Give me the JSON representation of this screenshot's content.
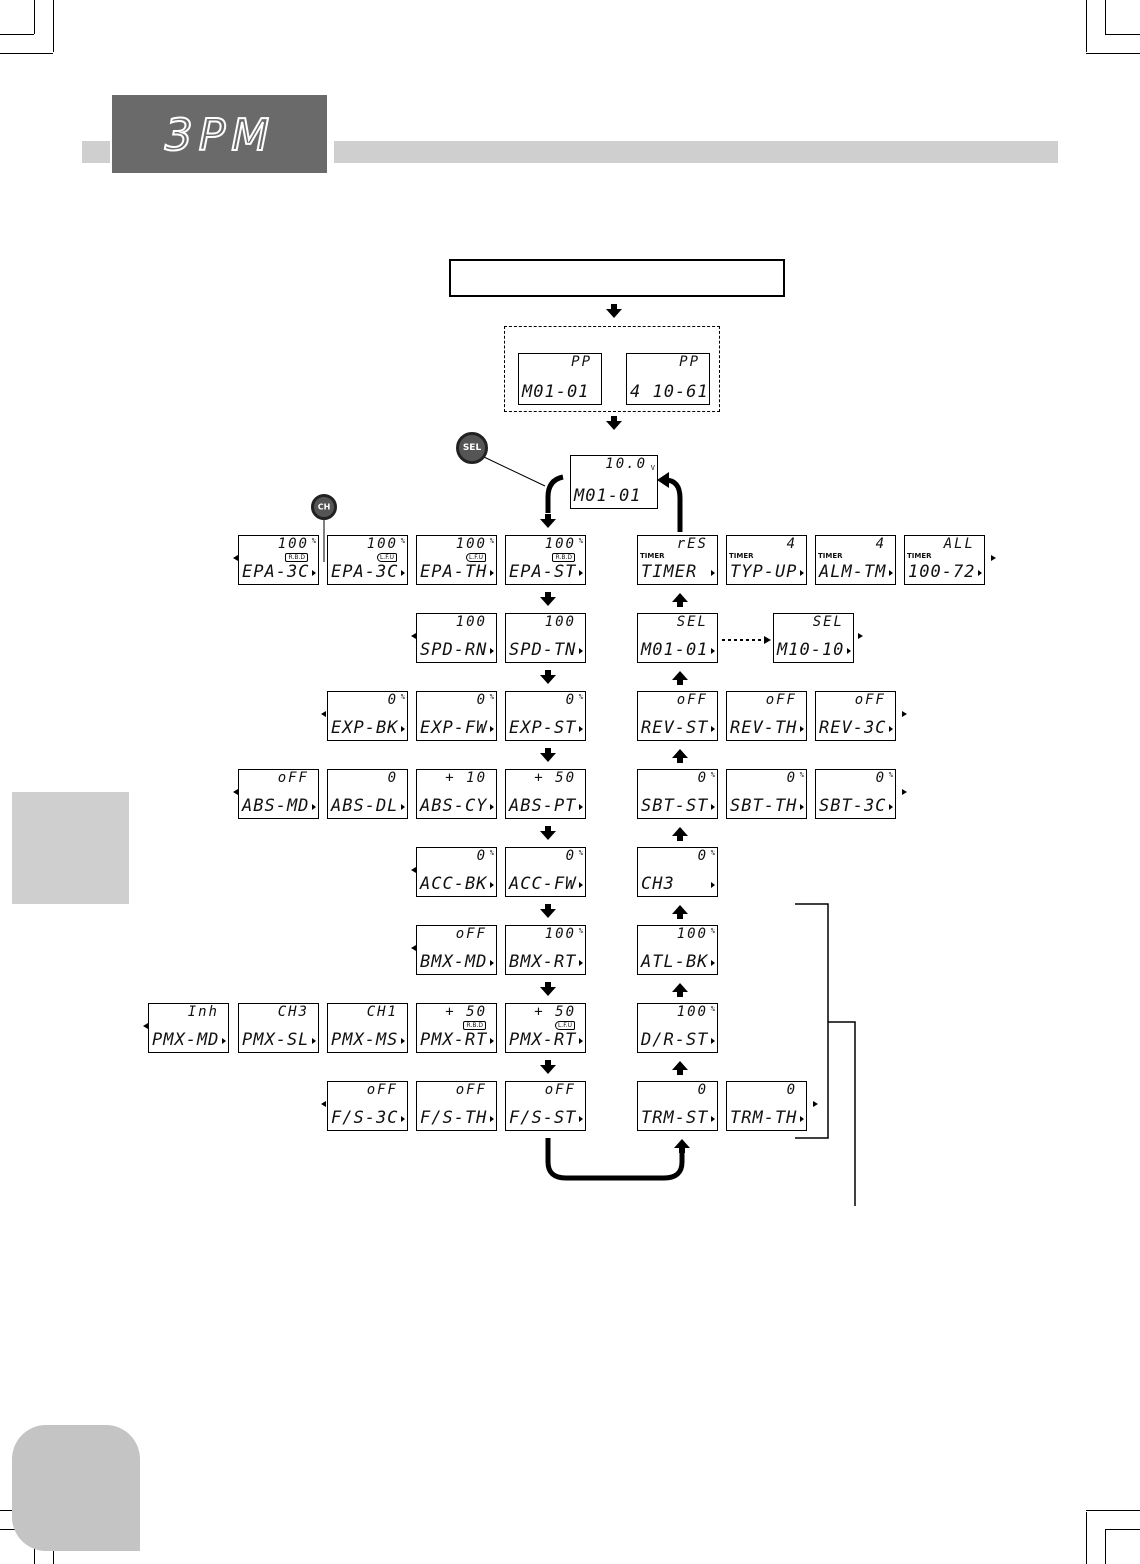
{
  "header": {
    "logo_text": "3PM",
    "colors": {
      "logo_bg": "#6a6a6a",
      "bar": "#cfcfcf"
    }
  },
  "buttons": {
    "sel": "SEL",
    "ch": "CH"
  },
  "startup_screens": [
    {
      "top": "PP",
      "bottom": "M01-01"
    },
    {
      "top": "PP",
      "bottom": "4 10-61"
    }
  ],
  "home_screen": {
    "top": "10.0",
    "unit": "V",
    "bottom": "M01-01"
  },
  "screens": [
    {
      "id": "epa-3c-rbd",
      "top": "100",
      "unit": "%",
      "badge": "R.B.D",
      "bottom": "EPA-3C"
    },
    {
      "id": "epa-3c-lfu",
      "top": "100",
      "unit": "%",
      "badge": "L.F.U",
      "bottom": "EPA-3C"
    },
    {
      "id": "epa-th",
      "top": "100",
      "unit": "%",
      "badge": "L.F.U",
      "bottom": "EPA-TH"
    },
    {
      "id": "epa-st",
      "top": "100",
      "unit": "%",
      "badge": "R.B.D",
      "bottom": "EPA-ST"
    },
    {
      "id": "spd-rn",
      "top": "100",
      "bottom": "SPD-RN"
    },
    {
      "id": "spd-tn",
      "top": "100",
      "bottom": "SPD-TN"
    },
    {
      "id": "exp-bk",
      "top": "0",
      "unit": "%",
      "bottom": "EXP-BK"
    },
    {
      "id": "exp-fw",
      "top": "0",
      "unit": "%",
      "bottom": "EXP-FW"
    },
    {
      "id": "exp-st",
      "top": "0",
      "unit": "%",
      "bottom": "EXP-ST"
    },
    {
      "id": "abs-md",
      "top": "oFF",
      "bottom": "ABS-MD"
    },
    {
      "id": "abs-dl",
      "top": "0",
      "bottom": "ABS-DL"
    },
    {
      "id": "abs-cy",
      "top": "+ 10",
      "bottom": "ABS-CY"
    },
    {
      "id": "abs-pt",
      "top": "+ 50",
      "bottom": "ABS-PT"
    },
    {
      "id": "acc-bk",
      "top": "0",
      "unit": "%",
      "bottom": "ACC-BK"
    },
    {
      "id": "acc-fw",
      "top": "0",
      "unit": "%",
      "bottom": "ACC-FW"
    },
    {
      "id": "bmx-md",
      "top": "oFF",
      "bottom": "BMX-MD"
    },
    {
      "id": "bmx-rt",
      "top": "100",
      "unit": "%",
      "bottom": "BMX-RT"
    },
    {
      "id": "pmx-md",
      "top": "Inh",
      "bottom": "PMX-MD"
    },
    {
      "id": "pmx-sl",
      "top": "CH3",
      "bottom": "PMX-SL"
    },
    {
      "id": "pmx-ms",
      "top": "CH1",
      "bottom": "PMX-MS"
    },
    {
      "id": "pmx-rt-rbd",
      "top": "+ 50",
      "badge": "R.B.D",
      "bottom": "PMX-RT"
    },
    {
      "id": "pmx-rt-lfu",
      "top": "+ 50",
      "badge": "L.F.U",
      "bottom": "PMX-RT"
    },
    {
      "id": "fs-3c",
      "top": "oFF",
      "bottom": "F/S-3C"
    },
    {
      "id": "fs-th",
      "top": "oFF",
      "bottom": "F/S-TH"
    },
    {
      "id": "fs-st",
      "top": "oFF",
      "bottom": "F/S-ST"
    },
    {
      "id": "timer",
      "top": "rES",
      "label": "TIMER",
      "bottom": "TIMER"
    },
    {
      "id": "typ-up",
      "top": "4",
      "label": "TIMER",
      "bottom": "TYP-UP"
    },
    {
      "id": "alm-tm",
      "top": "4",
      "label": "TIMER",
      "bottom": "ALM-TM"
    },
    {
      "id": "timer-all",
      "top": "ALL",
      "label": "TIMER",
      "bottom": "100-72"
    },
    {
      "id": "model-sel-1",
      "top": "SEL",
      "bottom": "M01-01"
    },
    {
      "id": "model-sel-10",
      "top": "SEL",
      "bottom": "M10-10"
    },
    {
      "id": "rev-st",
      "top": "oFF",
      "bottom": "REV-ST"
    },
    {
      "id": "rev-th",
      "top": "oFF",
      "bottom": "REV-TH"
    },
    {
      "id": "rev-3c",
      "top": "oFF",
      "bottom": "REV-3C"
    },
    {
      "id": "sbt-st",
      "top": "0",
      "unit": "%",
      "bottom": "SBT-ST"
    },
    {
      "id": "sbt-th",
      "top": "0",
      "unit": "%",
      "bottom": "SBT-TH"
    },
    {
      "id": "sbt-3c",
      "top": "0",
      "unit": "%",
      "bottom": "SBT-3C"
    },
    {
      "id": "ch3",
      "top": "0",
      "unit": "%",
      "bottom": "CH3"
    },
    {
      "id": "atl-bk",
      "top": "100",
      "unit": "%",
      "bottom": "ATL-BK"
    },
    {
      "id": "dr-st",
      "top": "100",
      "unit": "%",
      "bottom": "D/R-ST"
    },
    {
      "id": "trm-st",
      "top": "0",
      "bottom": "TRM-ST"
    },
    {
      "id": "trm-th",
      "top": "0",
      "bottom": "TRM-TH"
    }
  ]
}
